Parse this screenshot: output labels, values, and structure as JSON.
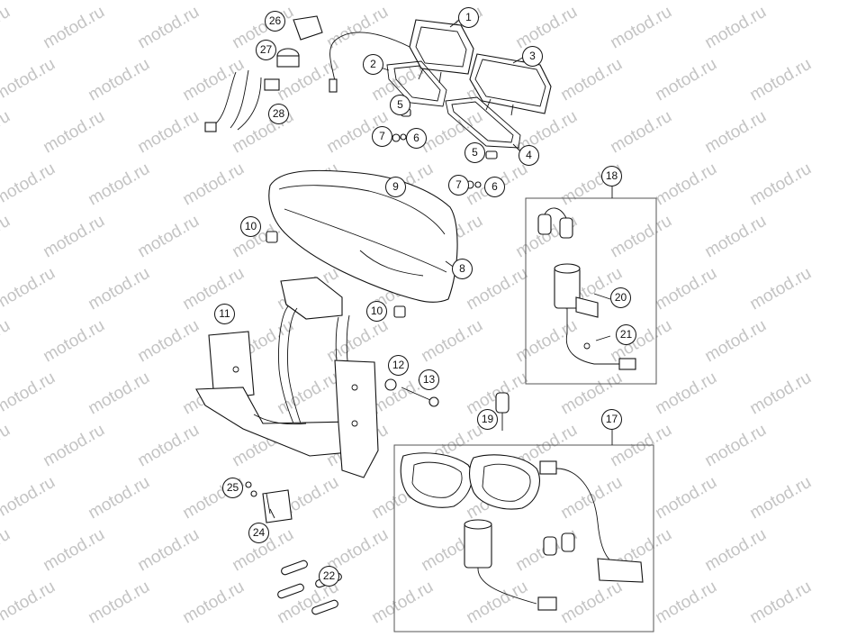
{
  "watermark": {
    "text": "motod.ru"
  },
  "callouts": [
    {
      "id": "c1",
      "label": "1"
    },
    {
      "id": "c2",
      "label": "2"
    },
    {
      "id": "c3",
      "label": "3"
    },
    {
      "id": "c4",
      "label": "4"
    },
    {
      "id": "c5a",
      "label": "5"
    },
    {
      "id": "c5b",
      "label": "5"
    },
    {
      "id": "c6a",
      "label": "6"
    },
    {
      "id": "c6b",
      "label": "6"
    },
    {
      "id": "c7a",
      "label": "7"
    },
    {
      "id": "c7b",
      "label": "7"
    },
    {
      "id": "c8",
      "label": "8"
    },
    {
      "id": "c9",
      "label": "9"
    },
    {
      "id": "c10a",
      "label": "10"
    },
    {
      "id": "c10b",
      "label": "10"
    },
    {
      "id": "c11",
      "label": "11"
    },
    {
      "id": "c12",
      "label": "12"
    },
    {
      "id": "c13",
      "label": "13"
    },
    {
      "id": "c17",
      "label": "17"
    },
    {
      "id": "c18",
      "label": "18"
    },
    {
      "id": "c19",
      "label": "19"
    },
    {
      "id": "c20",
      "label": "20"
    },
    {
      "id": "c21",
      "label": "21"
    },
    {
      "id": "c22",
      "label": "22"
    },
    {
      "id": "c24",
      "label": "24"
    },
    {
      "id": "c25",
      "label": "25"
    },
    {
      "id": "c26",
      "label": "26"
    },
    {
      "id": "c27",
      "label": "27"
    },
    {
      "id": "c28",
      "label": "28"
    }
  ]
}
